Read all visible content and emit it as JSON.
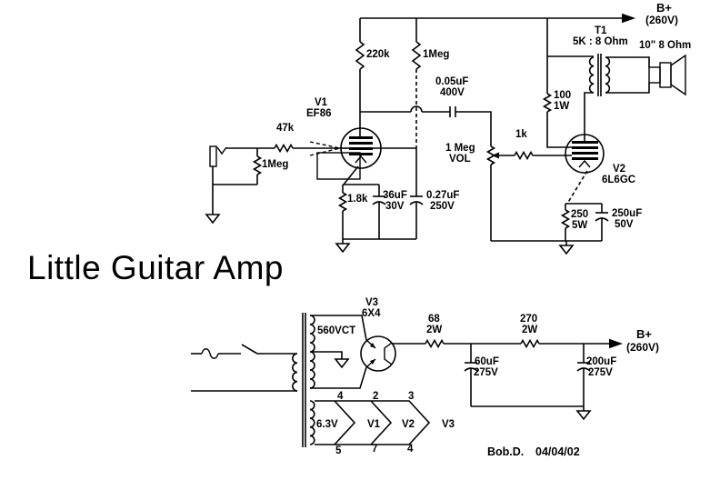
{
  "title": "Little Guitar Amp",
  "credit": {
    "author": "Bob.D.",
    "date": "04/04/02"
  },
  "colors": {
    "ink": "#000000",
    "paper": "#ffffff"
  },
  "rails": {
    "top": {
      "label": "B+",
      "voltage": "(260V)"
    },
    "psu": {
      "label": "B+",
      "voltage": "(260V)"
    }
  },
  "preamp": {
    "tube_ref": "V1",
    "tube_type": "EF86",
    "grid_stopper": "47k",
    "input_load": "1Meg",
    "plate_resistor": "220k",
    "screen_resistor": "1Meg",
    "cathode_resistor": "1.8k",
    "cathode_cap": "36uF",
    "cathode_cap_voltage": "30V",
    "screen_cap": "0.27uF",
    "screen_cap_voltage": "250V",
    "coupling_cap": "0.05uF",
    "coupling_cap_voltage": "400V"
  },
  "volume": {
    "value": "1 Meg",
    "label": "VOL"
  },
  "power_stage": {
    "tube_ref": "V2",
    "tube_type": "6L6GC",
    "grid_resistor": "1k",
    "screen_resistor": "100",
    "screen_resistor_wattage": "1W",
    "cathode_resistor": "250",
    "cathode_resistor_wattage": "5W",
    "cathode_cap": "250uF",
    "cathode_cap_voltage": "50V"
  },
  "output": {
    "transformer_ref": "T1",
    "transformer_ratio": "5K : 8 Ohm",
    "speaker": "10\" 8 Ohm"
  },
  "psu": {
    "rectifier_ref": "V3",
    "rectifier_type": "6X4",
    "hv_winding": "560VCT",
    "filter_resistor_1": "68",
    "filter_resistor_1_wattage": "2W",
    "filter_resistor_2": "270",
    "filter_resistor_2_wattage": "2W",
    "filter_cap_1": "60uF",
    "filter_cap_1_voltage": "275V",
    "filter_cap_2": "200uF",
    "filter_cap_2_voltage": "275V"
  },
  "heaters": {
    "winding": "6.3V",
    "tubes": [
      "V1",
      "V2",
      "V3"
    ],
    "pins_top": [
      "4",
      "2",
      "3"
    ],
    "pins_bottom": [
      "5",
      "7",
      "4"
    ]
  }
}
